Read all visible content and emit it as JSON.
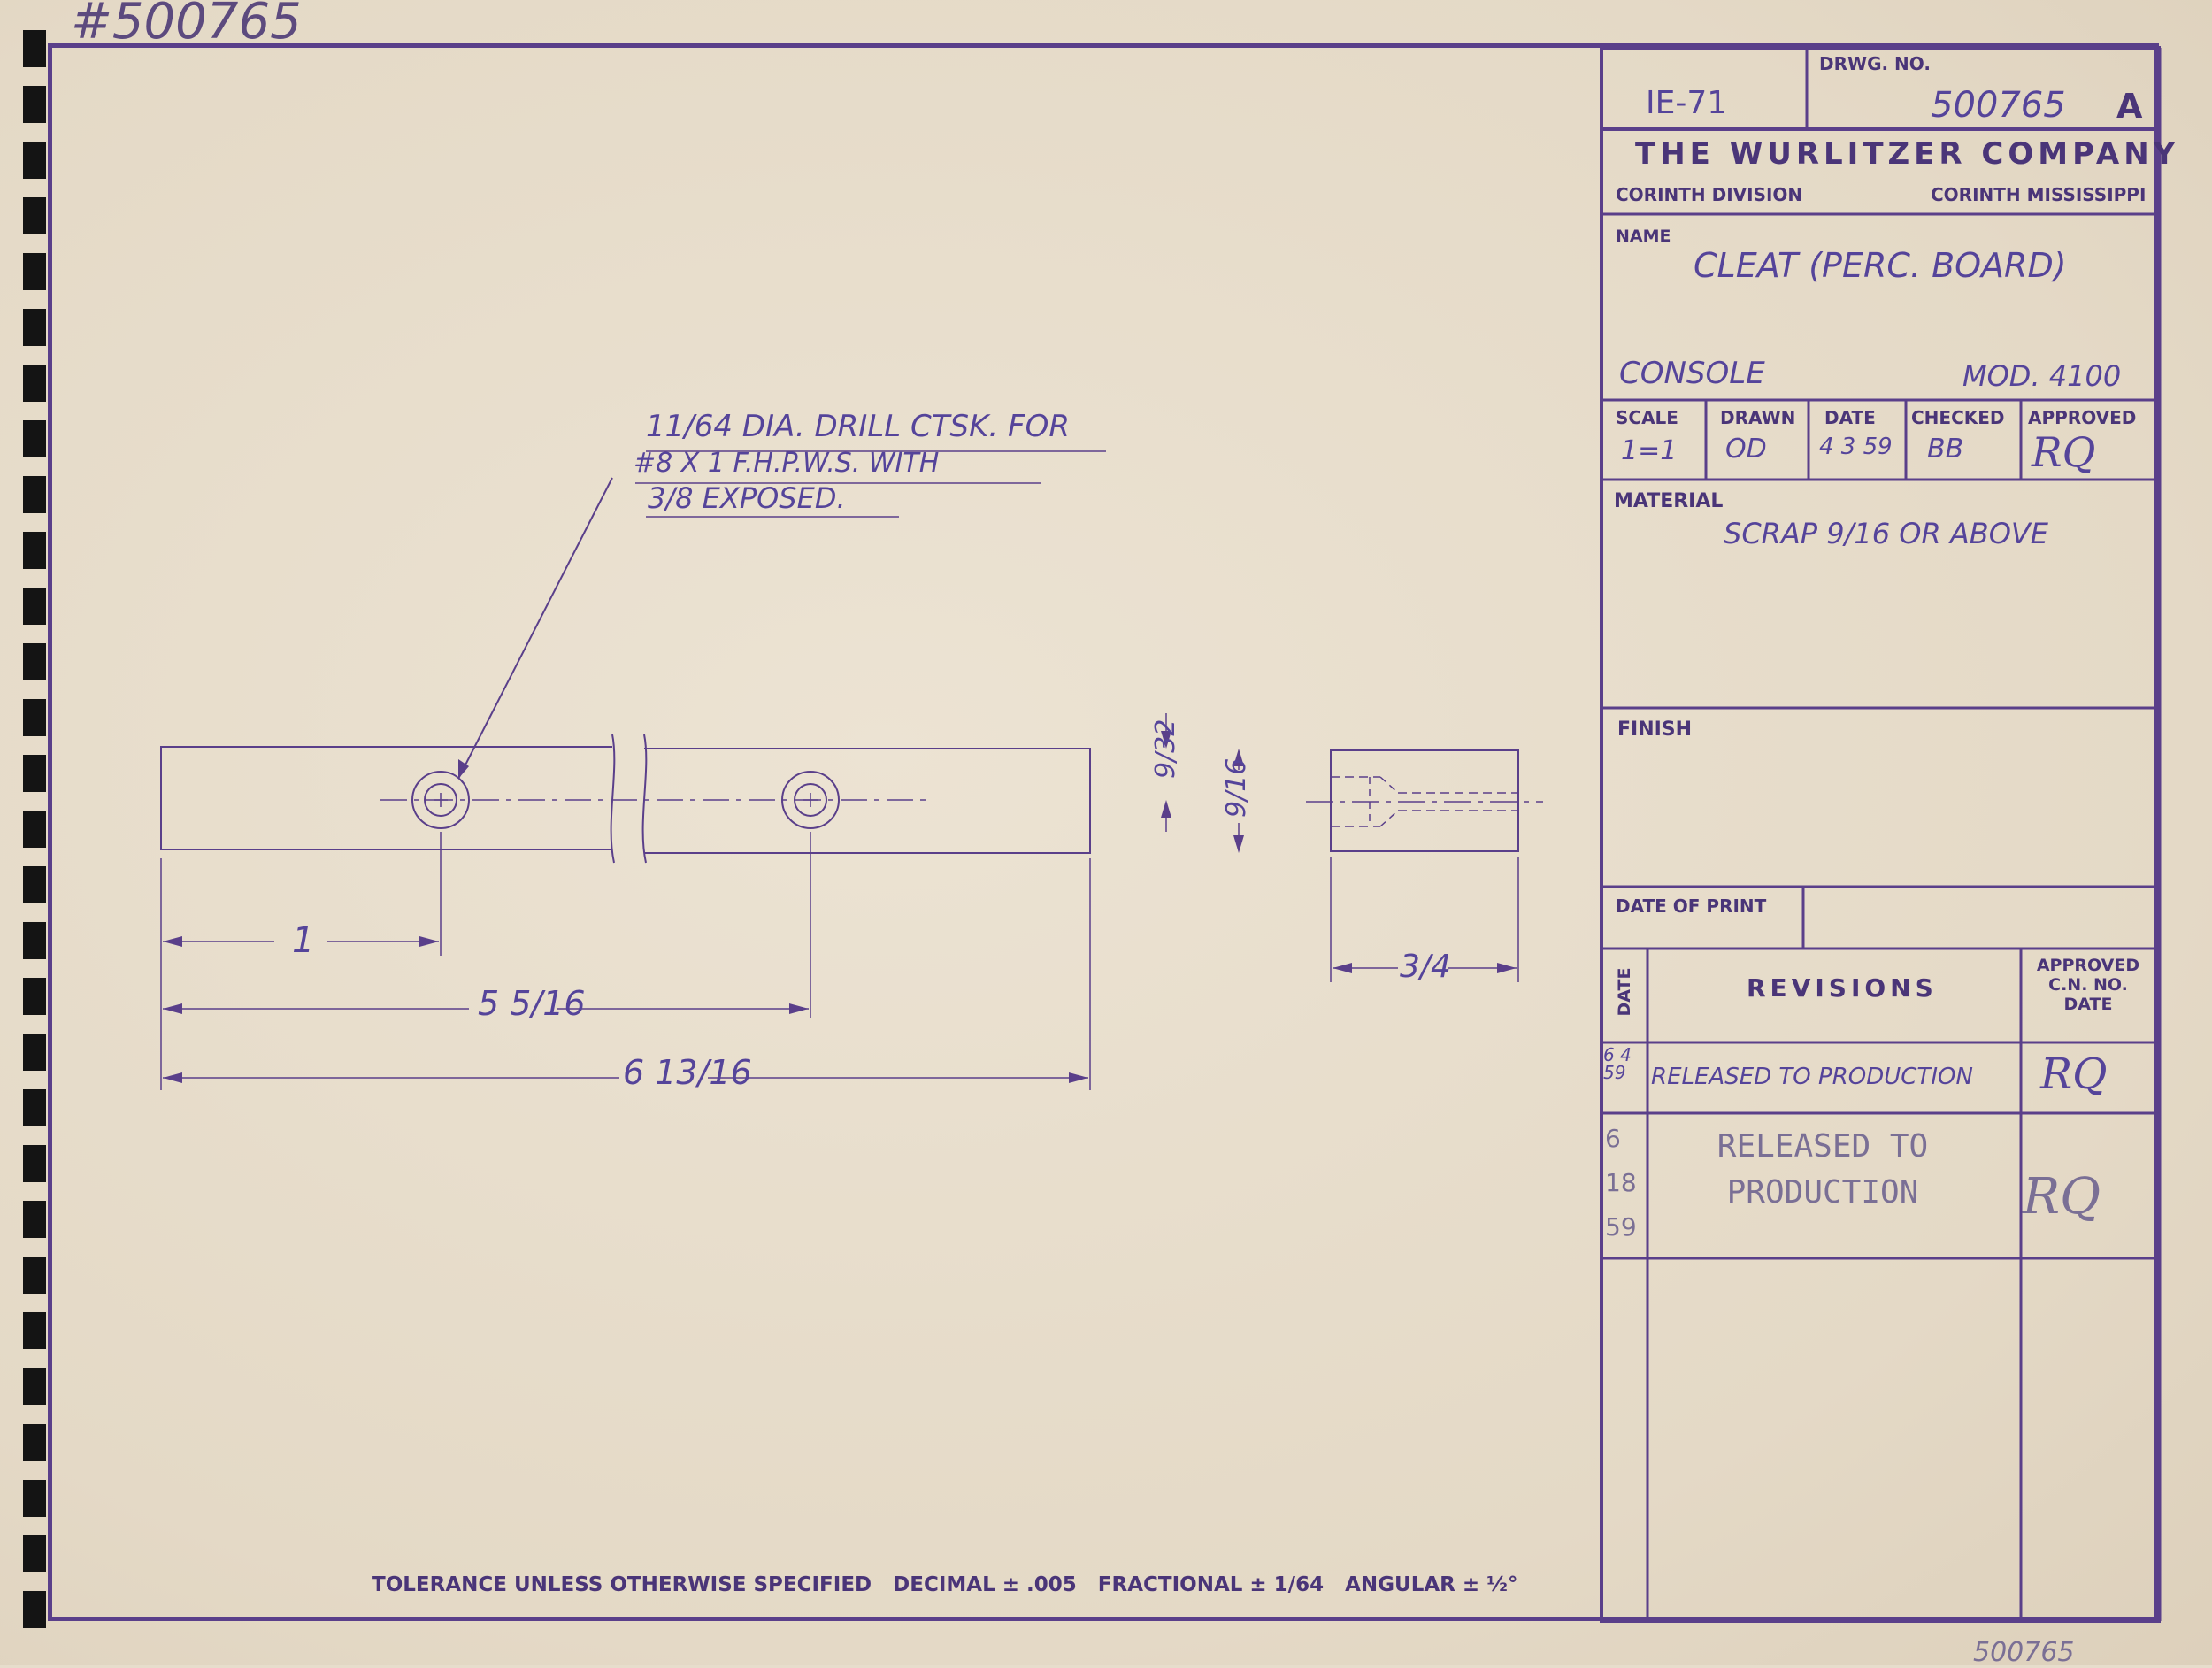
{
  "header": {
    "file_mark": "#500765",
    "bottom_mark": "500765"
  },
  "title_block": {
    "code": "IE-71",
    "drawing_number_label": "DRWG. NO.",
    "drawing_number": "500765",
    "revision_letter": "A",
    "company": "THE WURLITZER COMPANY",
    "division": "CORINTH DIVISION",
    "location": "CORINTH MISSISSIPPI",
    "name_label": "NAME",
    "name_value": "CLEAT (PERC. BOARD)",
    "assembly": "CONSOLE",
    "model": "MOD. 4100",
    "scale_label": "SCALE",
    "scale_value": "1=1",
    "drawn_label": "DRAWN",
    "drawn_value": "OD",
    "date_label": "DATE",
    "date_value": "4 3 59",
    "checked_label": "CHECKED",
    "checked_value": "BB",
    "approved_label": "APPROVED",
    "approved_value": "RQ",
    "material_label": "MATERIAL",
    "material_value": "SCRAP 9/16 OR ABOVE",
    "finish_label": "FINISH",
    "date_of_print_label": "DATE OF PRINT"
  },
  "revisions": {
    "date_header": "DATE",
    "title": "REVISIONS",
    "approved_header": "APPROVED C.N. NO. DATE",
    "rows": [
      {
        "date": "6 4 59",
        "text": "RELEASED TO PRODUCTION",
        "approved": "RQ"
      },
      {
        "date": "6 18 59",
        "text": "RELEASED TO PRODUCTION",
        "approved": "RQ"
      }
    ]
  },
  "drawing": {
    "note_line1": "11/64 DIA. DRILL CTSK. FOR",
    "note_line2": "#8 X 1 F.H.P.W.S. WITH",
    "note_line3": "3/8 EXPOSED.",
    "dim_hole1": "1",
    "dim_hole2": "5 5/16",
    "dim_overall": "6 13/16",
    "dim_offset": "9/32",
    "dim_height": "9/16",
    "dim_width": "3/4"
  },
  "tolerance_note": "TOLERANCE UNLESS OTHERWISE SPECIFIED   DECIMAL ± .005   FRACTIONAL ± 1/64   ANGULAR ± ½°"
}
